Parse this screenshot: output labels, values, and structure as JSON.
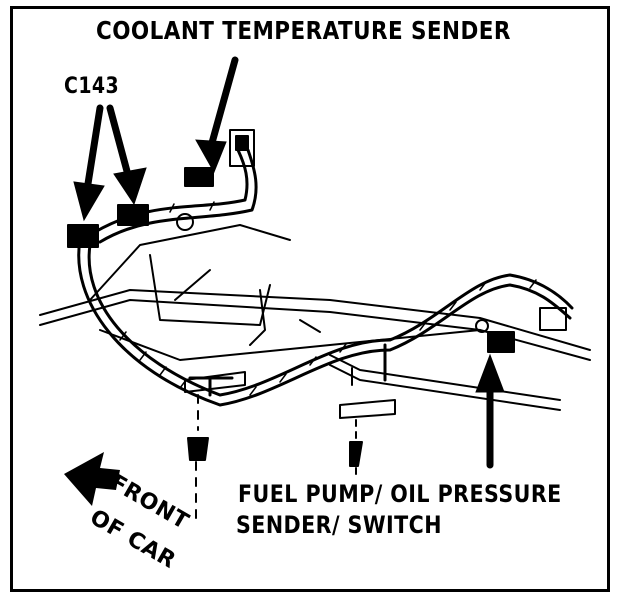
{
  "labels": {
    "title": "COOLANT TEMPERATURE SENDER",
    "connector": "C143",
    "oil_sender_line1": "FUEL PUMP/ OIL PRESSURE",
    "oil_sender_line2": "SENDER/ SWITCH",
    "front_line1": "FRONT",
    "front_line2": "OF CAR"
  },
  "colors": {
    "ink": "#000000",
    "paper": "#ffffff"
  },
  "icons": [
    "front-of-car-arrow-icon",
    "pointer-arrow-icon"
  ]
}
